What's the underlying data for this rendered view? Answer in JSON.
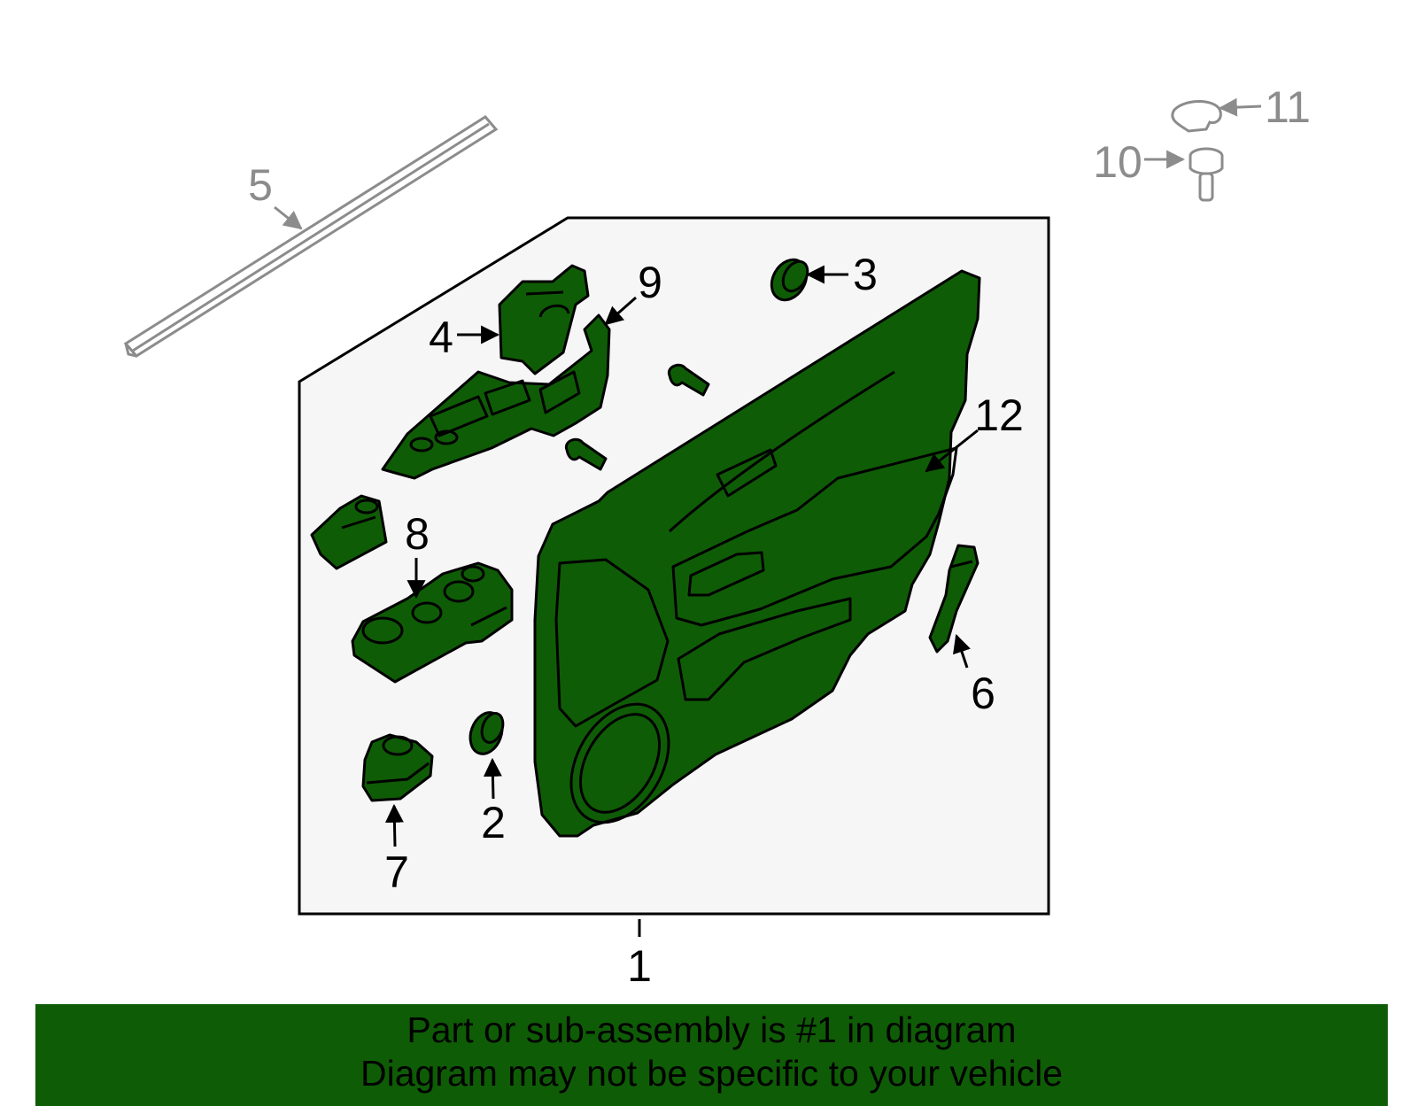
{
  "diagram": {
    "callouts": {
      "c1": "1",
      "c2": "2",
      "c3": "3",
      "c4": "4",
      "c5": "5",
      "c6": "6",
      "c7": "7",
      "c8": "8",
      "c9": "9",
      "c10": "10",
      "c11": "11",
      "c12": "12"
    },
    "colors": {
      "part_fill": "#0f5c06",
      "panel_fill": "#f6f6f6",
      "banner_fill": "#0f5c06",
      "line": "#000000",
      "gray_line": "#8c8c8c"
    }
  },
  "banner": {
    "line1": "Part or sub-assembly is #1 in diagram",
    "line2": "Diagram may not be specific to your vehicle"
  }
}
